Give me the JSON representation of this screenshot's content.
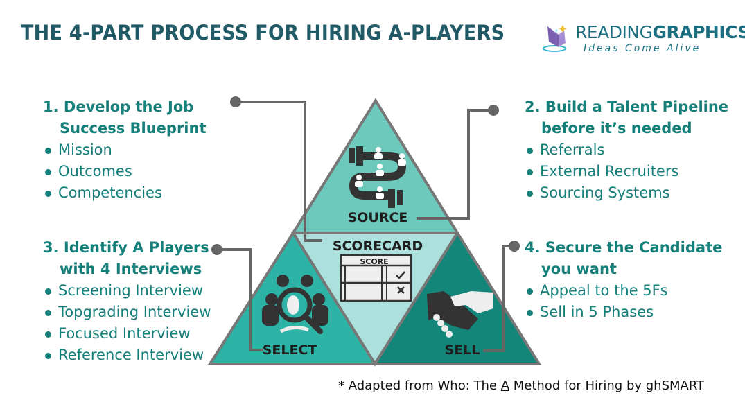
{
  "title": "THE 4-PART PROCESS FOR HIRING A-PLAYERS",
  "logo": {
    "name_light": "READING",
    "name_bold": "GRAPHICS",
    "tagline": "Ideas Come Alive"
  },
  "colors": {
    "source": "#6ec9bd",
    "scorecard": "#ace0dc",
    "select": "#2db3a6",
    "sell": "#138579",
    "text": "#157f7a",
    "border": "#777777"
  },
  "diagram": {
    "source": "SOURCE",
    "scorecard": "SCORECARD",
    "score": "SCORE",
    "select": "SELECT",
    "sell": "SELL"
  },
  "steps": [
    {
      "heading": [
        "1. Develop the Job",
        "Success Blueprint"
      ],
      "items": [
        "Mission",
        "Outcomes",
        "Competencies"
      ]
    },
    {
      "heading": [
        "2. Build a Talent Pipeline",
        "before it’s needed"
      ],
      "items": [
        "Referrals",
        "External Recruiters",
        "Sourcing Systems"
      ]
    },
    {
      "heading": [
        "3. Identify A Players",
        "with 4 Interviews"
      ],
      "items": [
        "Screening Interview",
        "Topgrading Interview",
        "Focused Interview",
        "Reference Interview"
      ]
    },
    {
      "heading": [
        "4. Secure the Candidate",
        "you want"
      ],
      "items": [
        "Appeal to the 5Fs",
        "Sell in 5 Phases"
      ]
    }
  ],
  "footnote": {
    "pre": "* Adapted from Who: The ",
    "underlined": "A",
    "post": " Method for Hiring by ghSMART"
  }
}
